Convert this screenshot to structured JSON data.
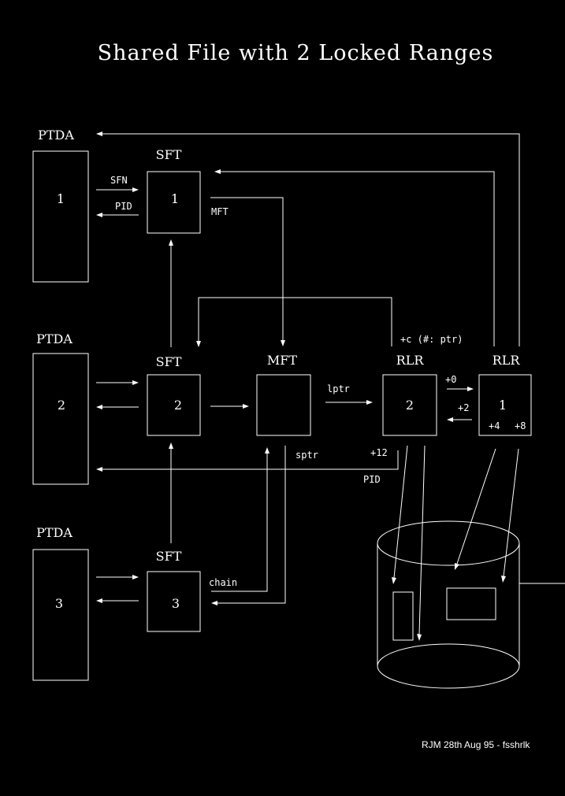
{
  "title": "Shared File with 2 Locked Ranges",
  "footer": "RJM 28th Aug 95 - fsshrlk",
  "ptda": [
    {
      "heading": "PTDA",
      "number": "1"
    },
    {
      "heading": "PTDA",
      "number": "2"
    },
    {
      "heading": "PTDA",
      "number": "3"
    }
  ],
  "sft": [
    {
      "heading": "SFT",
      "number": "1"
    },
    {
      "heading": "SFT",
      "number": "2"
    },
    {
      "heading": "SFT",
      "number": "3"
    }
  ],
  "mft": {
    "heading": "MFT"
  },
  "rlr": [
    {
      "heading": "RLR",
      "number": "2"
    },
    {
      "heading": "RLR",
      "number": "1"
    }
  ],
  "edge_labels": {
    "sfn": "SFN",
    "pid_top": "PID",
    "mft": "MFT",
    "c_ptr": "+c (#: ptr)",
    "lptr": "lptr",
    "plus0": "+0",
    "plus2": "+2",
    "plus4": "+4",
    "plus8": "+8",
    "plus12": "+12",
    "sptr": "sptr",
    "pid_bottom": "PID",
    "chain": "chain"
  }
}
